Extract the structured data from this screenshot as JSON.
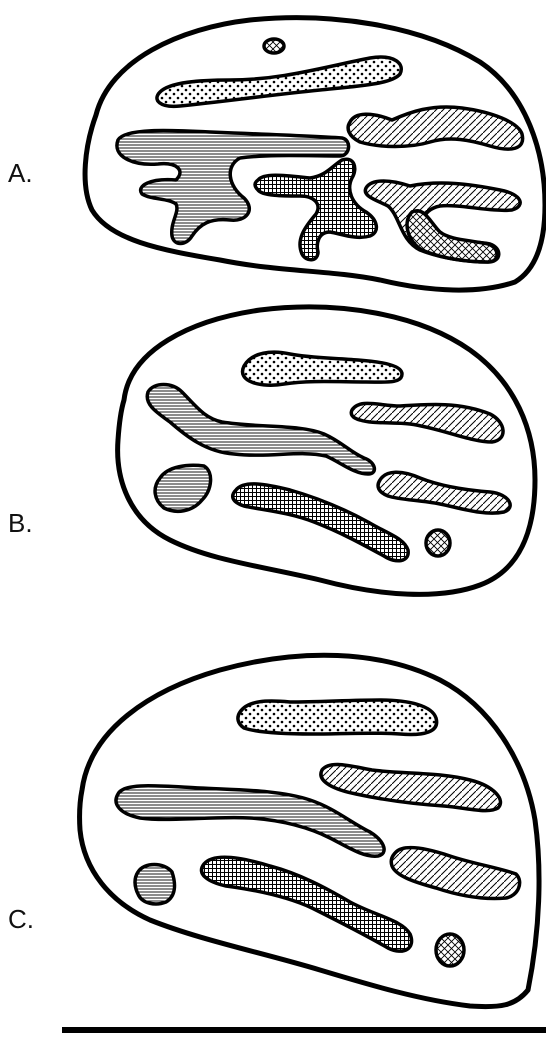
{
  "panels": [
    {
      "label": "A."
    },
    {
      "label": "B."
    },
    {
      "label": "C."
    }
  ],
  "patterns": {
    "stipple": "stipple-dots",
    "horizontal": "horizontal-lines",
    "diagonal": "diagonal-hatch",
    "crosshatch": "grid-crosshatch",
    "diamond": "diamond-crosshatch"
  },
  "colors": {
    "ink": "#000000",
    "paper": "#ffffff"
  }
}
